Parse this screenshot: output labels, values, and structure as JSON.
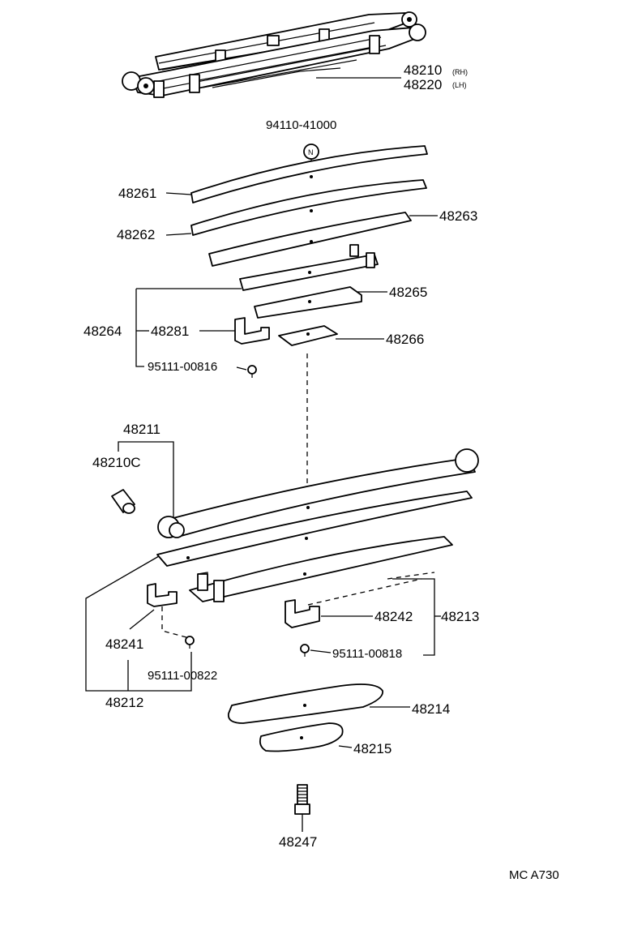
{
  "parts": {
    "p48210": "48210",
    "p48210_side": "(RH)",
    "p48220": "48220",
    "p48220_side": "(LH)",
    "p94110": "94110-41000",
    "p94110_mark": "N",
    "p48261": "48261",
    "p48262": "48262",
    "p48263": "48263",
    "p48264": "48264",
    "p48265": "48265",
    "p48266": "48266",
    "p48281": "48281",
    "p95111_00816": "95111-00816",
    "p48211": "48211",
    "p48210C": "48210C",
    "p48241": "48241",
    "p95111_00822": "95111-00822",
    "p48212": "48212",
    "p48242": "48242",
    "p48213": "48213",
    "p95111_00818": "95111-00818",
    "p48214": "48214",
    "p48215": "48215",
    "p48247": "48247"
  },
  "diagram_code": "MC A730"
}
